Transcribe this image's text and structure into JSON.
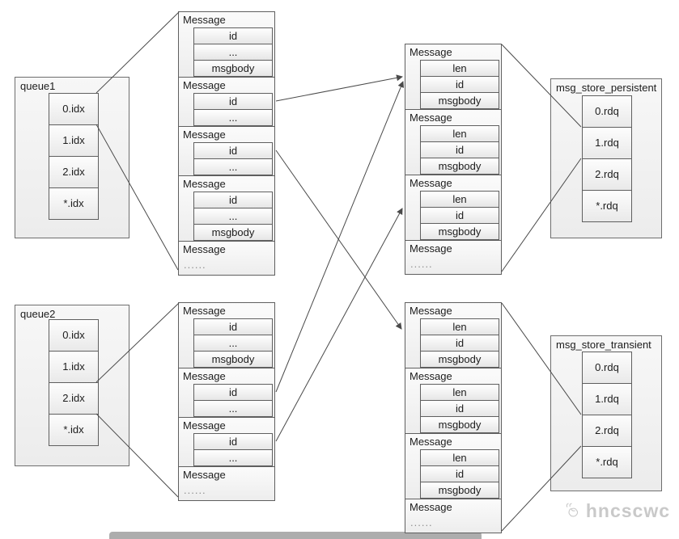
{
  "diagram": {
    "queues": [
      {
        "title": "queue1",
        "cells": [
          "0.idx",
          "1.idx",
          "2.idx",
          "*.idx"
        ]
      },
      {
        "title": "queue2",
        "cells": [
          "0.idx",
          "1.idx",
          "2.idx",
          "*.idx"
        ]
      }
    ],
    "message_stacks": [
      {
        "name": "queue1-messages",
        "blocks": [
          {
            "label": "Message",
            "fields": [
              "id",
              "...",
              "msgbody"
            ]
          },
          {
            "label": "Message",
            "fields": [
              "id",
              "..."
            ]
          },
          {
            "label": "Message",
            "fields": [
              "id",
              "..."
            ]
          },
          {
            "label": "Message",
            "fields": [
              "id",
              "...",
              "msgbody"
            ]
          },
          {
            "label": "Message",
            "fields": [],
            "ellipsis": "......"
          }
        ]
      },
      {
        "name": "queue2-messages",
        "blocks": [
          {
            "label": "Message",
            "fields": [
              "id",
              "...",
              "msgbody"
            ]
          },
          {
            "label": "Message",
            "fields": [
              "id",
              "..."
            ]
          },
          {
            "label": "Message",
            "fields": [
              "id",
              "..."
            ]
          },
          {
            "label": "Message",
            "fields": [],
            "ellipsis": "......"
          }
        ]
      },
      {
        "name": "persistent-messages",
        "blocks": [
          {
            "label": "Message",
            "fields": [
              "len",
              "id",
              "msgbody"
            ]
          },
          {
            "label": "Message",
            "fields": [
              "len",
              "id",
              "msgbody"
            ]
          },
          {
            "label": "Message",
            "fields": [
              "len",
              "id",
              "msgbody"
            ]
          },
          {
            "label": "Message",
            "fields": [],
            "ellipsis": "......"
          }
        ]
      },
      {
        "name": "transient-messages",
        "blocks": [
          {
            "label": "Message",
            "fields": [
              "len",
              "id",
              "msgbody"
            ]
          },
          {
            "label": "Message",
            "fields": [
              "len",
              "id",
              "msgbody"
            ]
          },
          {
            "label": "Message",
            "fields": [
              "len",
              "id",
              "msgbody"
            ]
          },
          {
            "label": "Message",
            "fields": [],
            "ellipsis": "......"
          }
        ]
      }
    ],
    "stores": [
      {
        "title": "msg_store_persistent",
        "cells": [
          "0.rdq",
          "1.rdq",
          "2.rdq",
          "*.rdq"
        ]
      },
      {
        "title": "msg_store_transient",
        "cells": [
          "0.rdq",
          "1.rdq",
          "2.rdq",
          "*.rdq"
        ]
      }
    ],
    "watermark": {
      "text": "hncscwc"
    },
    "colors": {
      "line": "#4a4a4a",
      "border": "#5f5f5f",
      "watermark": "#c9c9c9"
    }
  }
}
